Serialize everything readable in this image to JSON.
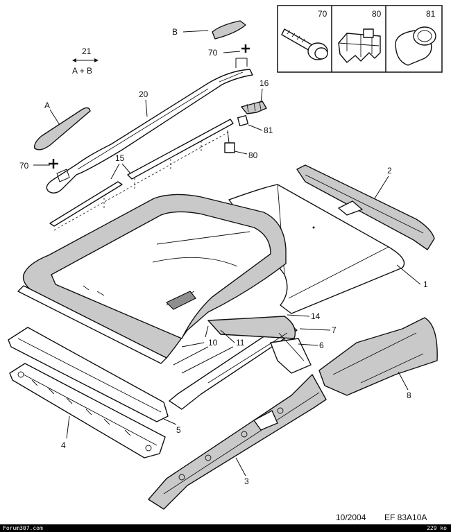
{
  "legend": [
    {
      "id": "70",
      "icon": "bolt-icon"
    },
    {
      "id": "80",
      "icon": "clip-icon"
    },
    {
      "id": "81",
      "icon": "plug-icon"
    }
  ],
  "callouts": {
    "A": "A",
    "B": "B",
    "p21": "21",
    "p21_note": "A + B",
    "p70_top": "70",
    "p70_left": "70",
    "p20": "20",
    "p16": "16",
    "p81": "81",
    "p80": "80",
    "p15": "15",
    "p2": "2",
    "p1": "1",
    "p14": "14",
    "p7": "7",
    "p6": "6",
    "p10": "10",
    "p11": "11",
    "p8": "8",
    "p5": "5",
    "p4": "4",
    "p3": "3"
  },
  "reference": {
    "date": "10/2004",
    "code": "EF 83A10A"
  },
  "footer": {
    "site": "Forum307.com",
    "size": "229 ko"
  },
  "colors": {
    "line": "#111111",
    "fill_grey": "#c9c9c9",
    "footer_bg": "#000000"
  }
}
